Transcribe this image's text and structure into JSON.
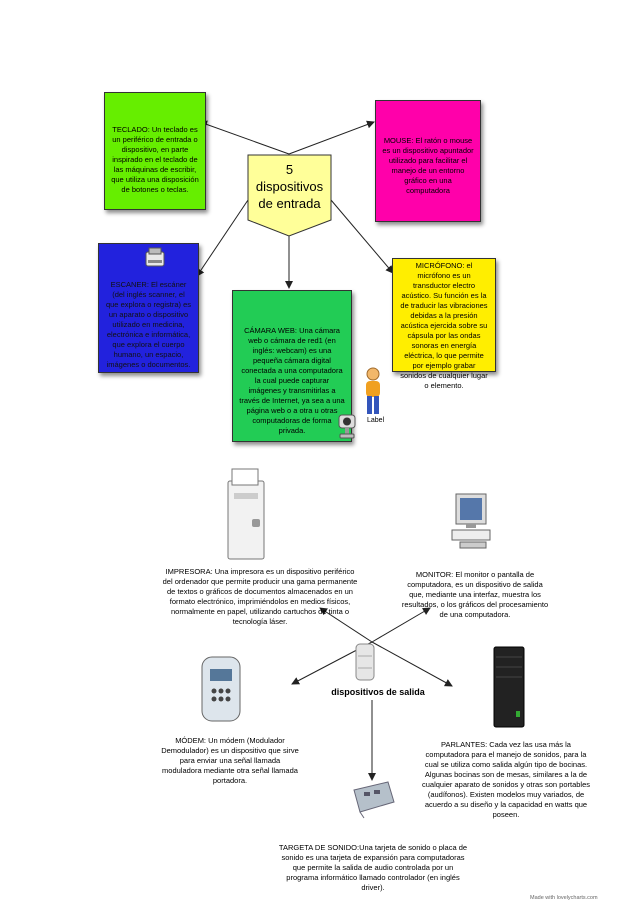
{
  "input": {
    "title": "5 dispositivos de entrada",
    "keyboard": "TECLADO: Un teclado es un periférico de entrada o dispositivo, en parte inspirado en el teclado de las máquinas de escribir, que utiliza una disposición de botones o teclas.",
    "mouse": "MOUSE: El ratón o mouse es un dispositivo apuntador utilizado para facilitar el manejo de un entorno gráfico en una computadora",
    "scanner": "ESCANER: El escáner (del inglés scanner, el que explora o registra) es un aparato o dispositivo utilizado en medicina, electrónica e informática, que explora el cuerpo humano, un espacio, imágenes o documentos.",
    "webcam": "CÁMARA WEB: Una cámara web o cámara de red1 (en inglés: webcam) es una pequeña cámara digital conectada a una computadora la cual puede capturar imágenes y transmitirlas a través de Internet, ya sea a una página web o a otra u otras computadoras de forma privada.",
    "microphone": "MICRÓFONO: el micrófono es un transductor electro acústico. Su función es la de traducir las vibraciones debidas a la presión acústica ejercida sobre su cápsula por las ondas sonoras en energía eléctrica, lo que permite por ejemplo grabar sonidos de cualquier lugar o elemento.",
    "person_label": "Label"
  },
  "output": {
    "title": "dispositivos de salida",
    "printer": "IMPRESORA: Una impresora es un dispositivo periférico del ordenador que permite producir una gama permanente de textos o gráficos de documentos almacenados en un formato electrónico, imprimiéndolos en medios físicos, normalmente en papel, utilizando cartuchos de tinta o tecnología láser.",
    "monitor": "MONITOR: El monitor o pantalla de computadora, es un dispositivo de salida que, mediante una interfaz, muestra los resultados, o los gráficos del procesamiento de una computadora.",
    "modem": "MÓDEM: Un módem (Modulador Demodulador) es un dispositivo que sirve para enviar una señal llamada moduladora mediante otra señal llamada portadora.",
    "speakers": "PARLANTES: Cada vez las usa más la computadora para el manejo de sonidos, para la cual se utiliza como salida algún tipo de bocinas. Algunas bocinas son de mesas, similares a la de cualquier aparato de sonidos y otras son portables (audífonos). Existen modelos muy variados, de acuerdo a su diseño y la capacidad en watts que poseen.",
    "soundcard": "TARGETA DE SONIDO:Una tarjeta de sonido o placa de sonido es una tarjeta de expansión para computadoras que permite la salida de audio controlada por un programa informático llamado controlador (en inglés driver)."
  },
  "watermark": "Made with lovelycharts.com",
  "colors": {
    "keyboard": "#66ee00",
    "mouse": "#ff00aa",
    "scanner": "#2222dd",
    "webcam": "#22cc55",
    "microphone": "#ffee00",
    "title": "#ffff99"
  }
}
